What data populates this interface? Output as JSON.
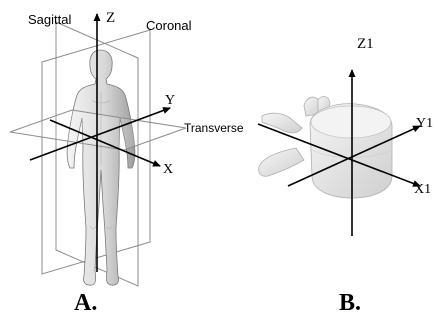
{
  "panel_a": {
    "axis_z": "Z",
    "axis_y": "Y",
    "axis_x": "X",
    "plane_sagittal": "Sagittal",
    "plane_coronal": "Coronal",
    "plane_transverse": "Transverse",
    "caption": "A."
  },
  "panel_b": {
    "axis_z": "Z1",
    "axis_y": "Y1",
    "axis_x": "X1",
    "caption": "B."
  },
  "colors": {
    "skin_light": "#efefef",
    "skin_shade": "#a9a9a9",
    "bone": "#e9e9e9",
    "plane_edge": "#8c8c8c",
    "axis": "#000000"
  },
  "icons": [
    "human-figure-icon",
    "vertebra-icon"
  ]
}
